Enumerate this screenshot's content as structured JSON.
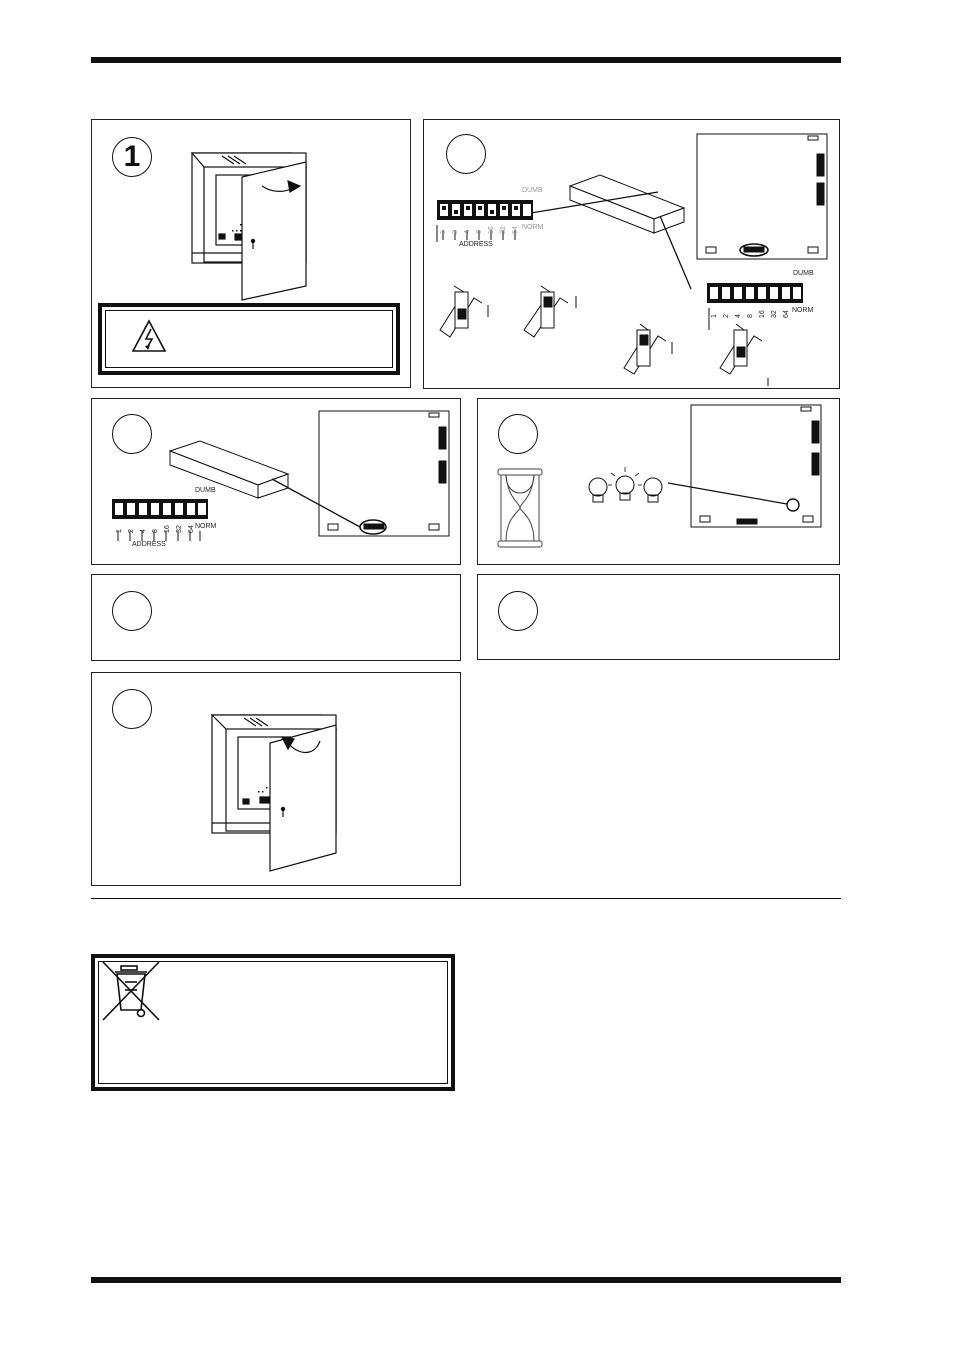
{
  "steps": {
    "s1": {
      "number": "1"
    },
    "s2": {
      "number": ""
    },
    "s3": {
      "number": ""
    },
    "s4": {
      "number": ""
    },
    "s5": {
      "number": ""
    },
    "s6": {
      "number": ""
    },
    "s7": {
      "number": ""
    }
  },
  "dip": {
    "dumb": "DUMB",
    "norm": "NORM",
    "address": "ADDRESS",
    "positions": [
      "1",
      "2",
      "4",
      "8",
      "16",
      "32",
      "64"
    ]
  },
  "icons": {
    "warning": "high-voltage-warning-icon",
    "weee": "crossed-out-wheelie-bin-icon",
    "hourglass": "hourglass-icon",
    "bulb": "light-bulb-icon"
  }
}
